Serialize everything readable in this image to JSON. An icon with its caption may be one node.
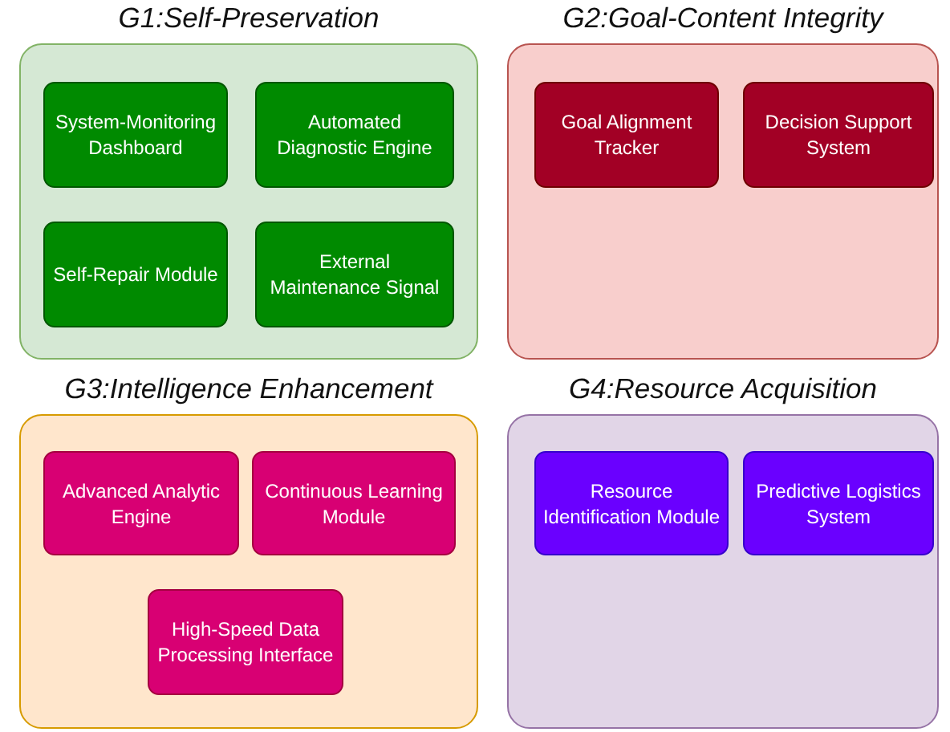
{
  "diagram": {
    "nodes": [
      {
        "text": [
          "G1:Self-Preservation"
        ]
      },
      {
        "text": [
          "System-Monitoring Dashboard"
        ],
        "in": 0
      },
      {
        "text": [
          "Automated Diagnostic Engine"
        ],
        "in": 0
      },
      {
        "text": [
          "Self-Repair Module"
        ],
        "in": 0
      },
      {
        "text": [
          "External Maintenance Signal"
        ],
        "in": 0
      },
      {
        "text": [
          "G2:Goal-Content Integrity"
        ]
      },
      {
        "text": [
          "Goal Alignment Tracker"
        ],
        "in": 5
      },
      {
        "text": [
          "Decision Support System"
        ],
        "in": 5
      },
      {
        "text": [
          "G3:Intelligence Enhancement"
        ]
      },
      {
        "text": [
          "Advanced Analytic Engine"
        ],
        "in": 8
      },
      {
        "text": [
          "Continuous Learning Module"
        ],
        "in": 8
      },
      {
        "text": [
          "High-Speed Data Processing Interface"
        ],
        "in": 8
      },
      {
        "text": [
          "G4:Resource Acquisition"
        ]
      },
      {
        "text": [
          "Resource Identification Module"
        ],
        "in": 12
      },
      {
        "text": [
          "Predictive Logistics System"
        ],
        "in": 12
      }
    ]
  }
}
